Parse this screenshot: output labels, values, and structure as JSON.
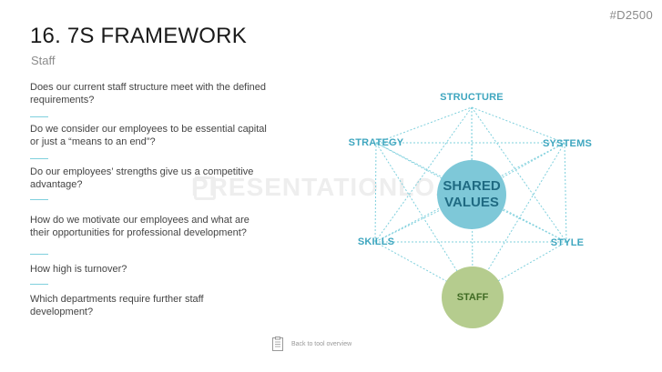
{
  "slide_code": "#D2500",
  "title": "16. 7S FRAMEWORK",
  "subtitle": "Staff",
  "questions": [
    "Does our current staff structure meet with the defined requirements?",
    "Do we consider our employees to be essential capital or just a “means to an end”?",
    "Do our employees’ strengths give us a competitive advantage?",
    "How do we motivate our employees and what are their opportunities for professional development?",
    "How high is turnover?",
    "Which departments require further staff development?"
  ],
  "diagram": {
    "nodes": {
      "structure": "STRUCTURE",
      "strategy": "STRATEGY",
      "systems": "SYSTEMS",
      "skills": "SKILLS",
      "style": "STYLE",
      "shared_values": "SHARED VALUES",
      "staff": "STAFF"
    },
    "colors": {
      "label": "#3ea6bf",
      "shared_values_fill": "#7ec8d8",
      "staff_fill": "#b5cc8e",
      "connector": "#7fd0dd"
    }
  },
  "watermark": "PRESENTATIONLOAD",
  "footer": {
    "link_label": "Back to tool overview",
    "icon": "clipboard-icon"
  }
}
